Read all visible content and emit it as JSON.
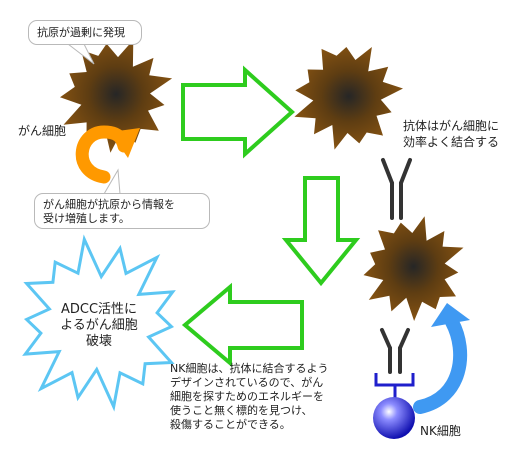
{
  "bubble_top": "抗原が過剰に発現",
  "label_cancer_cell": "がん細胞",
  "bubble_bottom": [
    "がん細胞が抗原から情報を",
    "受け増殖します。"
  ],
  "label_antibody": [
    "抗体はがん細胞に",
    "効率よく結合する"
  ],
  "burst_text": [
    "ADCC活性に",
    "よるがん細胞",
    "破壊"
  ],
  "note": [
    "NK細胞は、抗体に結合するよう",
    "デザインされているので、がん",
    "細胞を探すためのエネルギーを",
    "使うこと無く標的を見つけ、",
    "殺傷することができる。"
  ],
  "label_nk": "NK細胞",
  "colors": {
    "process_arrow": "#2ecc1e",
    "orange_arrow": "#ff9900",
    "blue_arrow": "#3f99f2",
    "cell_center": "#2a2a2a",
    "cell_edge": "#7a4a0f",
    "burst_stroke": "#5cc6f3",
    "antibody": "#333333",
    "receptor": "#1f1fcc",
    "nk_cell": "#2020cc"
  }
}
